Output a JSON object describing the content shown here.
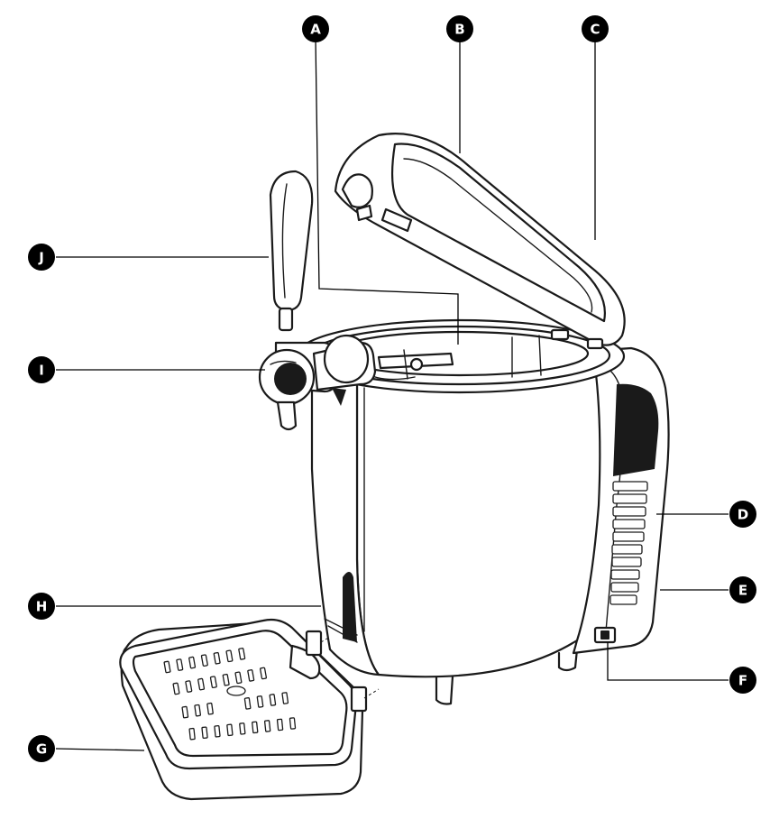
{
  "colors": {
    "line": "#1a1a1a",
    "badge": "#000000",
    "badge_text": "#ffffff",
    "background": "#ffffff"
  },
  "callouts": {
    "A": "A",
    "B": "B",
    "C": "C",
    "D": "D",
    "E": "E",
    "F": "F",
    "G": "G",
    "H": "H",
    "I": "I",
    "J": "J"
  }
}
